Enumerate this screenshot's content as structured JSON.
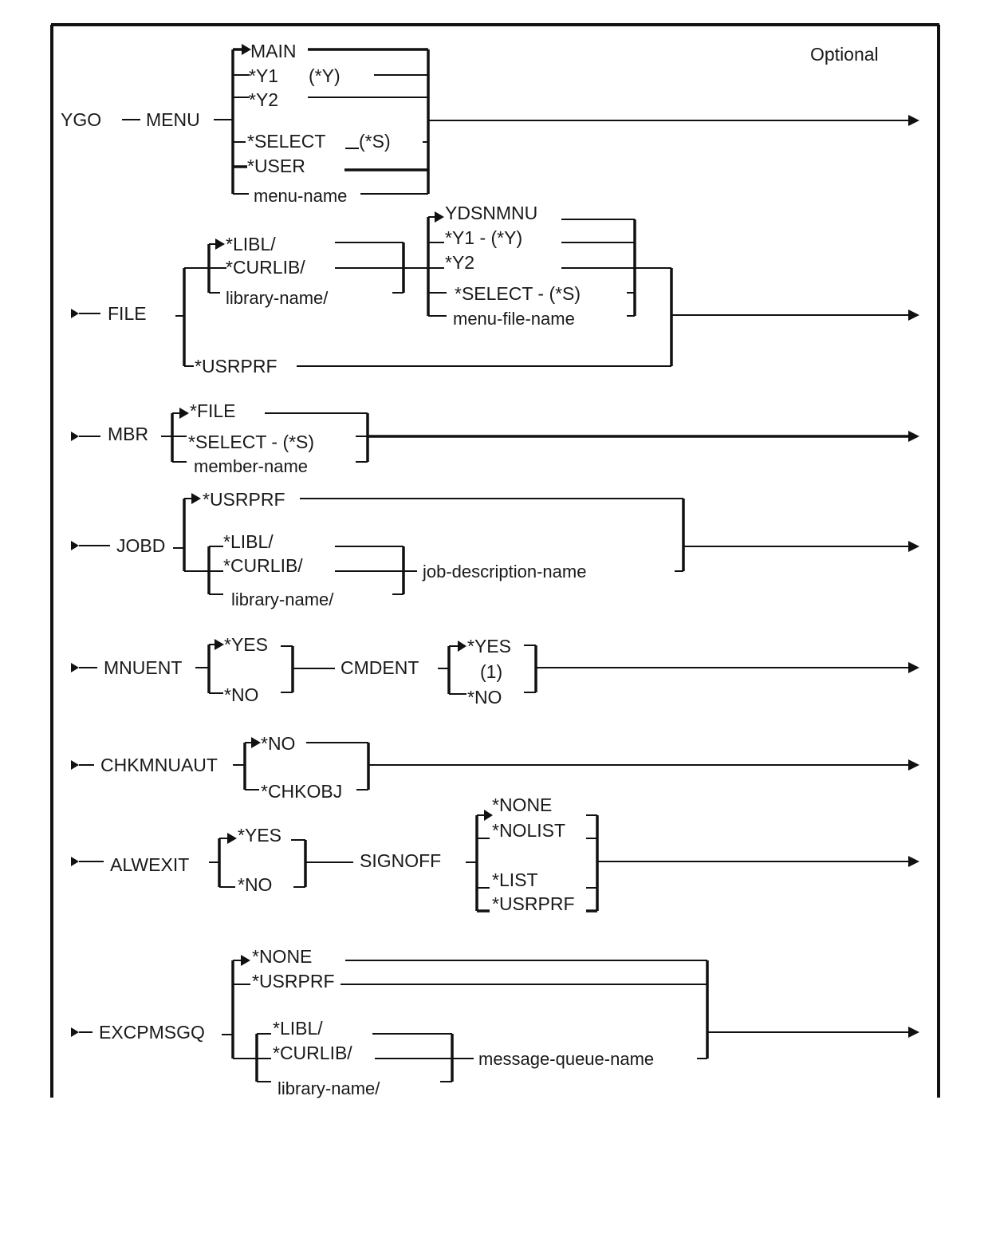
{
  "header": {
    "optional_label": "Optional"
  },
  "sections": {
    "menu": {
      "command": "YGO",
      "keyword": "MENU",
      "options": [
        "MAIN",
        "*Y1",
        "*Y2",
        "*SELECT",
        "*USER",
        "menu-name"
      ],
      "aliases": {
        "y1": "(*Y)",
        "select": "(*S)"
      },
      "default": "MAIN"
    },
    "file": {
      "keyword": "FILE",
      "library_options": [
        "*LIBL/",
        "*CURLIB/",
        "library-name/"
      ],
      "file_options": [
        "YDSNMNU",
        "*Y1 - (*Y)",
        "*Y2",
        "*SELECT - (*S)",
        "menu-file-name"
      ],
      "alternate": "*USRPRF",
      "default_library": "*LIBL/",
      "default_file": "YDSNMNU"
    },
    "mbr": {
      "keyword": "MBR",
      "options": [
        "*FILE",
        "*SELECT - (*S)",
        "member-name"
      ],
      "default": "*FILE"
    },
    "jobd": {
      "keyword": "JOBD",
      "default_option": "*USRPRF",
      "library_options": [
        "*LIBL/",
        "*CURLIB/",
        "library-name/"
      ],
      "object": "job-description-name"
    },
    "mnuent": {
      "keyword": "MNUENT",
      "options": [
        "*YES",
        "*NO"
      ],
      "default": "*YES"
    },
    "cmdent": {
      "keyword": "CMDENT",
      "options": [
        "*YES",
        "*NO"
      ],
      "footnote": "(1)",
      "default": "*YES"
    },
    "chkmnuaut": {
      "keyword": "CHKMNUAUT",
      "options": [
        "*NO",
        "*CHKOBJ"
      ],
      "default": "*NO"
    },
    "alwexit": {
      "keyword": "ALWEXIT",
      "options": [
        "*YES",
        "*NO"
      ],
      "default": "*YES"
    },
    "signoff": {
      "keyword": "SIGNOFF",
      "options": [
        "*NONE",
        "*NOLIST",
        "*LIST",
        "*USRPRF"
      ],
      "default": "*NONE"
    },
    "excpmsgq": {
      "keyword": "EXCPMSGQ",
      "options": [
        "*NONE",
        "*USRPRF"
      ],
      "library_options": [
        "*LIBL/",
        "*CURLIB/",
        "library-name/"
      ],
      "object": "message-queue-name",
      "default": "*NONE"
    }
  }
}
